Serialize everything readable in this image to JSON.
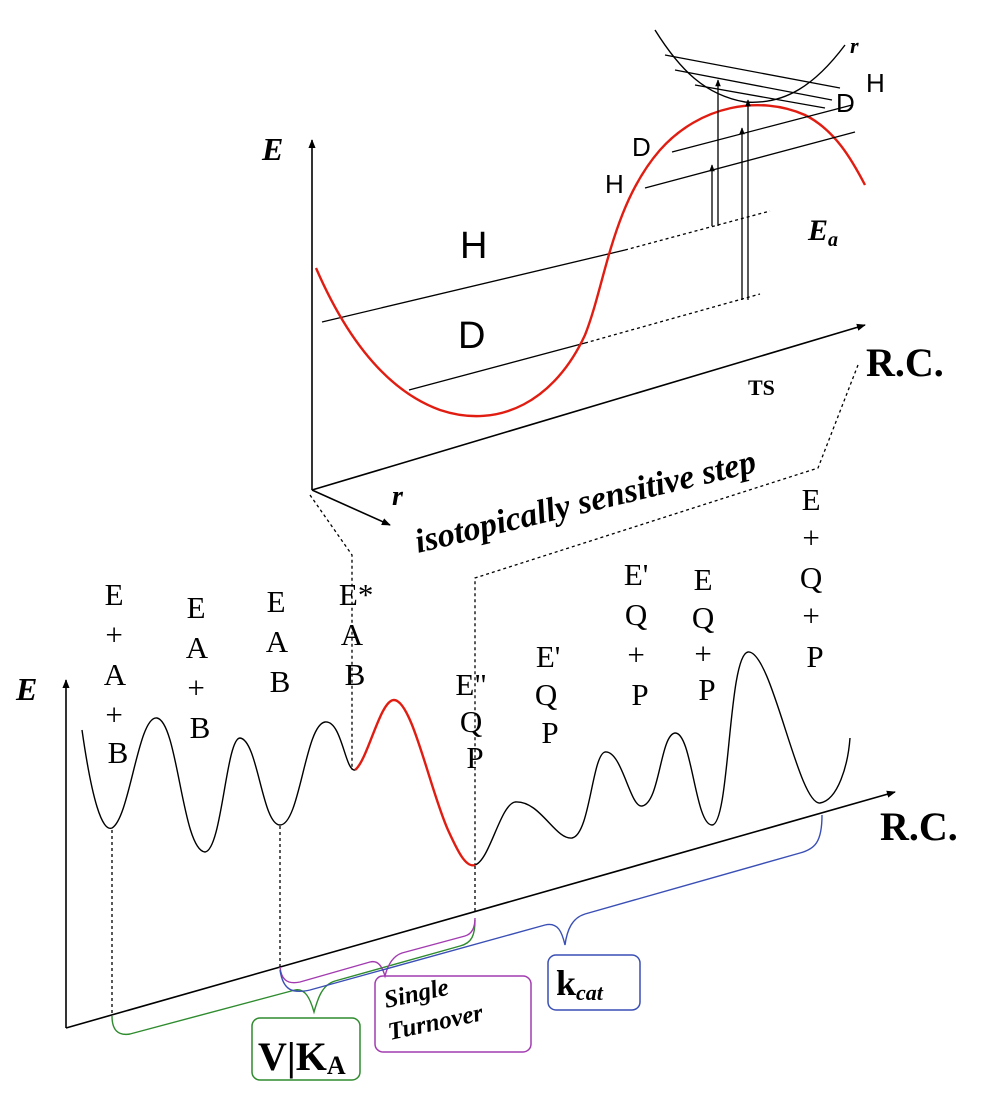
{
  "colors": {
    "curve": "#000000",
    "highlight": "#e11d12",
    "v_over_ka": "#2e8b2e",
    "single_turnover": "#a23bb0",
    "kcat": "#3a4fb5"
  },
  "upper_panel": {
    "y_axis_label": "E",
    "x_axis_label": "R.C.",
    "r_label": "r",
    "r_label_top": "r",
    "ts_label": "TS",
    "ea_main": "E",
    "ea_sub": "a",
    "level_h": "H",
    "level_d": "D",
    "top_h": "H",
    "top_d": "D",
    "well_h": "H",
    "well_d": "D",
    "step_caption": "isotopically sensitive step"
  },
  "lower_panel": {
    "y_axis_label": "E",
    "x_axis_label": "R.C.",
    "states": [
      [
        "E",
        "+",
        "A",
        "+",
        "B"
      ],
      [
        "E",
        "A",
        "+",
        "B"
      ],
      [
        "E",
        "A",
        "B"
      ],
      [
        "E*",
        "A",
        "B"
      ],
      [
        "E\"",
        "Q",
        "P"
      ],
      [
        "E'",
        "Q",
        "P"
      ],
      [
        "E'",
        "Q",
        "+",
        "P"
      ],
      [
        "E",
        "Q",
        "+",
        "P"
      ],
      [
        "E",
        "+",
        "Q",
        "+",
        "P"
      ]
    ]
  },
  "boxes": {
    "v_over_ka": {
      "main": "V|K",
      "sub": "A"
    },
    "single_turnover": {
      "line1": "Single",
      "line2": "Turnover"
    },
    "kcat": {
      "main": "k",
      "sub": "cat"
    }
  }
}
